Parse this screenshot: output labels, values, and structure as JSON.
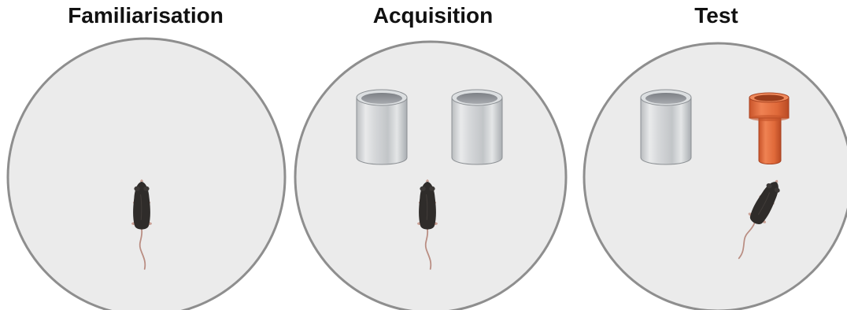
{
  "stages": [
    {
      "title": "Familiarisation"
    },
    {
      "title": "Acquisition"
    },
    {
      "title": "Test"
    }
  ],
  "colors": {
    "arena_fill": "#ebebeb",
    "arena_stroke": "#8e8e8e",
    "mouse_body": "#2f2c2a",
    "mouse_tail": "#b98d82",
    "familiar_object": "#c9cbcd",
    "novel_object": "#e26e3e"
  },
  "icons": {
    "mouse": "mouse-icon",
    "familiar_object": "metal-can-icon",
    "novel_object": "orange-block-icon"
  }
}
